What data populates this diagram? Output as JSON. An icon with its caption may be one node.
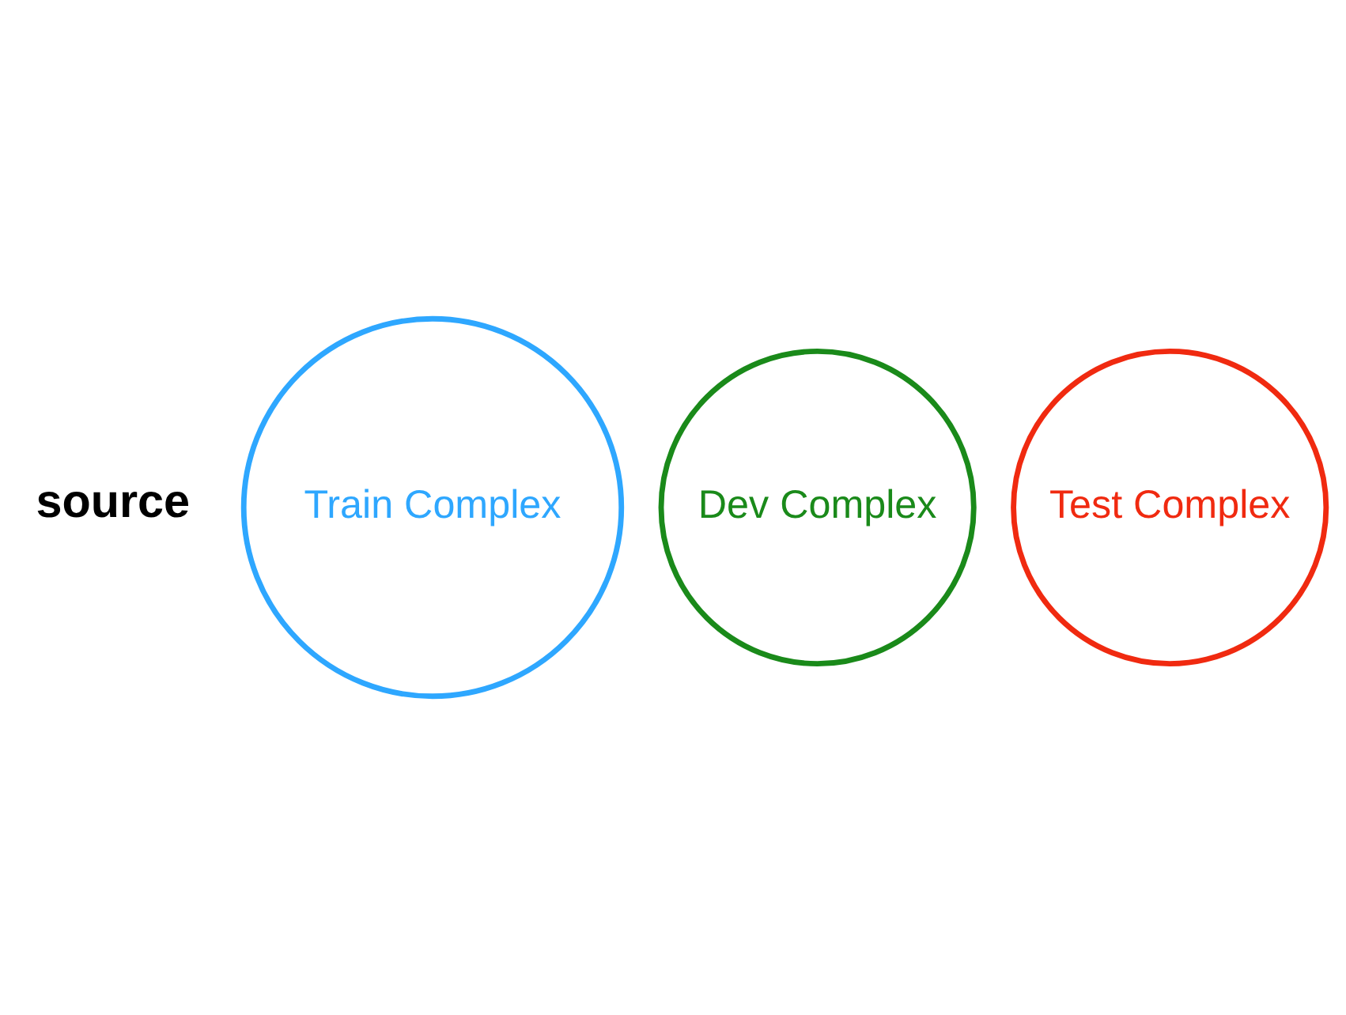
{
  "diagram": {
    "nodes": [
      {
        "text": [
          "Train Complex"
        ]
      },
      {
        "text": [
          "Dev Complex"
        ]
      },
      {
        "text": [
          "Test Complex"
        ]
      }
    ],
    "labels": [
      "source"
    ]
  }
}
